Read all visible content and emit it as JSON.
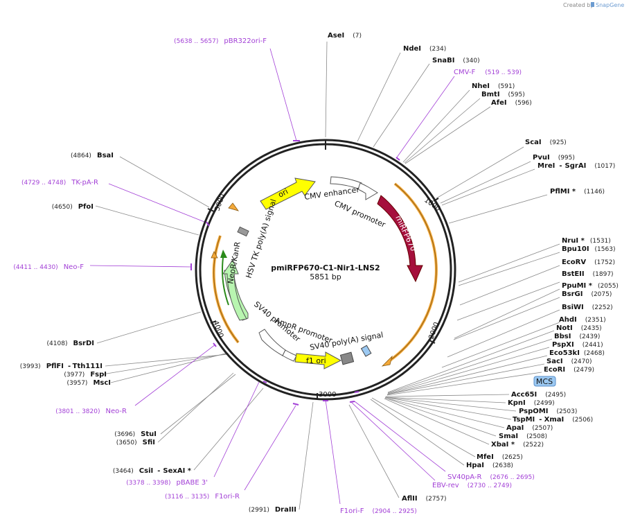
{
  "credit": {
    "prefix": "Created by",
    "brand": "SnapGene"
  },
  "plasmid": {
    "name": "pmiRFP670-C1-Nir1-LNS2",
    "length": "5851 bp"
  },
  "ticks": [
    "1000",
    "2000",
    "3000",
    "4000",
    "5000"
  ],
  "features": {
    "ori": "ori",
    "cmv_enhancer": "CMV enhancer",
    "cmv_promoter": "CMV promoter",
    "mirfp670": "miRFP670",
    "hsv_tk": "HSV TK poly(A) signal",
    "neor": "NeoR/KanR",
    "sv40_promoter": "SV40 promoter",
    "ampr_promoter": "AmpR promoter",
    "sv40_polya": "SV40 poly(A) signal",
    "f1ori": "f1 ori"
  },
  "mcs": "MCS",
  "enzymes": {
    "asei": {
      "name": "AseI",
      "pos": "(7)"
    },
    "ndei": {
      "name": "NdeI",
      "pos": "(234)"
    },
    "snabi": {
      "name": "SnaBI",
      "pos": "(340)"
    },
    "nhei": {
      "name": "NheI",
      "pos": "(591)"
    },
    "bmti": {
      "name": "BmtI",
      "pos": "(595)"
    },
    "afei": {
      "name": "AfeI",
      "pos": "(596)"
    },
    "scai": {
      "name": "ScaI",
      "pos": "(925)"
    },
    "pvui": {
      "name": "PvuI",
      "pos": "(995)"
    },
    "mrei": {
      "name": "MreI",
      "sep": "-",
      "name2": "SgrAI",
      "pos": "(1017)"
    },
    "pflmi": {
      "name": "PflMI *",
      "pos": "(1146)"
    },
    "nrui": {
      "name": "NruI *",
      "pos": "(1531)"
    },
    "bpu10i": {
      "name": "Bpu10I",
      "pos": "(1563)"
    },
    "ecorv": {
      "name": "EcoRV",
      "pos": "(1752)"
    },
    "bsteii": {
      "name": "BstEII",
      "pos": "(1897)"
    },
    "pspumi": {
      "name": "PpuMI *",
      "pos": "(2055)"
    },
    "bsrgi": {
      "name": "BsrGI",
      "pos": "(2075)"
    },
    "bsiwi": {
      "name": "BsiWI",
      "pos": "(2252)"
    },
    "ahdi": {
      "name": "AhdI",
      "pos": "(2351)"
    },
    "noti": {
      "name": "NotI",
      "pos": "(2435)"
    },
    "bbsi": {
      "name": "BbsI",
      "pos": "(2439)"
    },
    "pspxi": {
      "name": "PspXI",
      "pos": "(2441)"
    },
    "eco53ki": {
      "name": "Eco53kI",
      "pos": "(2468)"
    },
    "saci": {
      "name": "SacI",
      "pos": "(2470)"
    },
    "ecori": {
      "name": "EcoRI",
      "pos": "(2479)"
    },
    "acc65i": {
      "name": "Acc65I",
      "pos": "(2495)"
    },
    "kpni": {
      "name": "KpnI",
      "pos": "(2499)"
    },
    "pspomi": {
      "name": "PspOMI",
      "pos": "(2503)"
    },
    "tspmi": {
      "name": "TspMI",
      "sep": "-",
      "name2": "XmaI",
      "pos": "(2506)"
    },
    "apai": {
      "name": "ApaI",
      "pos": "(2507)"
    },
    "smai": {
      "name": "SmaI",
      "pos": "(2508)"
    },
    "xbai": {
      "name": "XbaI *",
      "pos": "(2522)"
    },
    "mfei": {
      "name": "MfeI",
      "pos": "(2625)"
    },
    "hpai": {
      "name": "HpaI",
      "pos": "(2638)"
    },
    "aflii": {
      "name": "AflII",
      "pos": "(2757)"
    },
    "draiii": {
      "name": "DraIII",
      "pos": "(2991)"
    },
    "csii": {
      "name": "CsiI",
      "sep": "-",
      "name2": "SexAI *",
      "pos": "(3464)"
    },
    "stui": {
      "name": "StuI",
      "pos": "(3696)"
    },
    "sfii": {
      "name": "SfiI",
      "pos": "(3650)"
    },
    "pflfi": {
      "name": "PflFI",
      "sep": "-",
      "name2": "Tth111I",
      "pos": "(3993)"
    },
    "fspi": {
      "name": "FspI",
      "pos": "(3977)"
    },
    "msci": {
      "name": "MscI",
      "pos": "(3957)"
    },
    "bsrdi": {
      "name": "BsrDI",
      "pos": "(4108)"
    },
    "pfoi": {
      "name": "PfoI",
      "pos": "(4650)"
    },
    "bsai": {
      "name": "BsaI",
      "pos": "(4864)"
    }
  },
  "primers": {
    "pbr322": {
      "name": "pBR322ori-F",
      "pos": "(5638 .. 5657)"
    },
    "cmvf": {
      "name": "CMV-F",
      "pos": "(519 .. 539)"
    },
    "tkpa": {
      "name": "TK-pA-R",
      "pos": "(4729 .. 4748)"
    },
    "neof": {
      "name": "Neo-F",
      "pos": "(4411 .. 4430)"
    },
    "neor": {
      "name": "Neo-R",
      "pos": "(3801 .. 3820)"
    },
    "pbabe": {
      "name": "pBABE 3'",
      "pos": "(3378 .. 3398)"
    },
    "f1orir": {
      "name": "F1ori-R",
      "pos": "(3116 .. 3135)"
    },
    "f1orif": {
      "name": "F1ori-F",
      "pos": "(2904 .. 2925)"
    },
    "ebvrev": {
      "name": "EBV-rev",
      "pos": "(2730 .. 2749)"
    },
    "sv40par": {
      "name": "SV40pA-R",
      "pos": "(2676 .. 2695)"
    }
  },
  "colors": {
    "ori": "#ffff00",
    "mirfp670": "#a50f3c",
    "neor": "#b8f5b0",
    "neor_inner": "#2a8a1a",
    "orange": "#f3a93a",
    "primer": "#a23fd6",
    "mcs": "#9cc9f2",
    "backbone": "#222222"
  }
}
